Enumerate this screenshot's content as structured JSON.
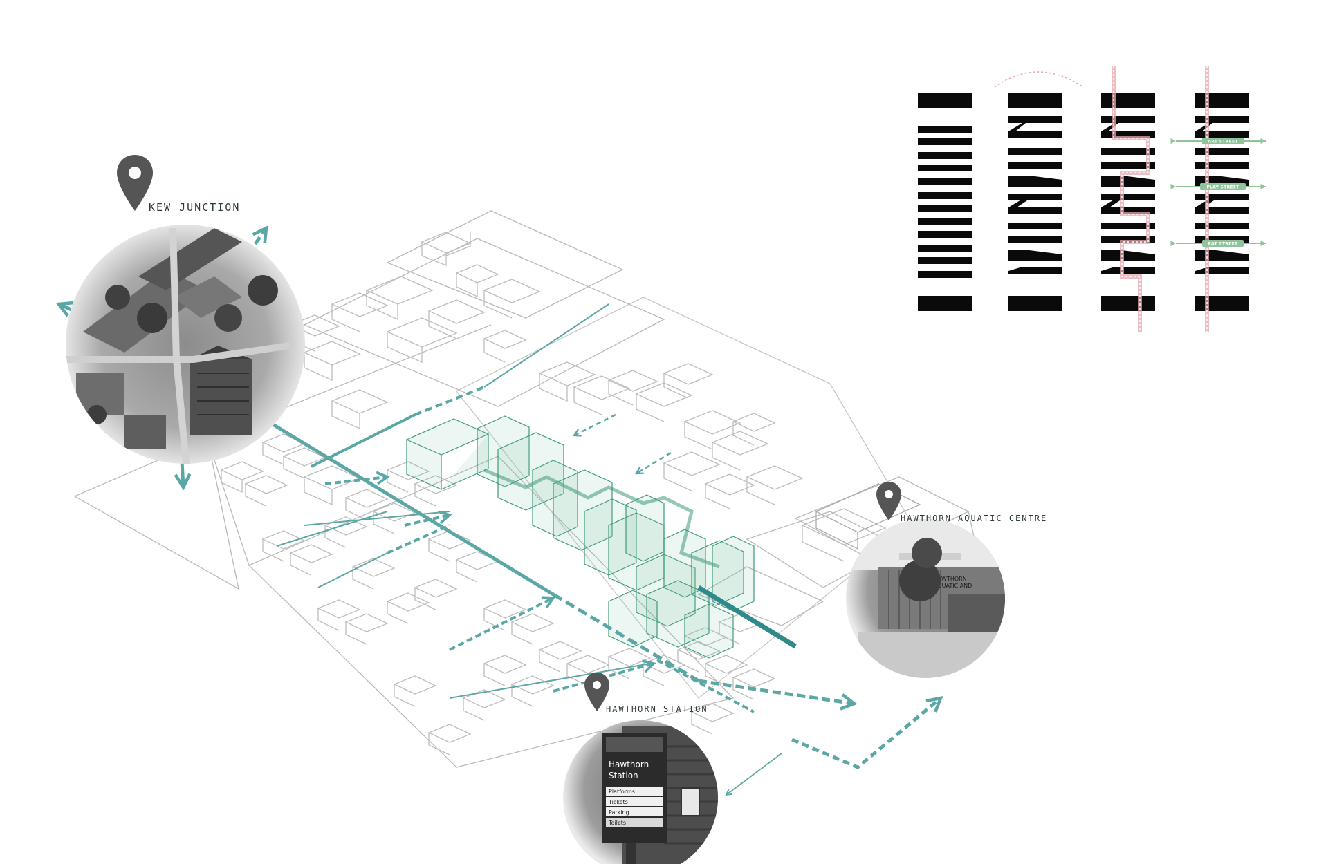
{
  "locations": {
    "kew_junction": "KEW JUNCTION",
    "hawthorn_aquatic": "HAWTHORN AQUATIC CENTRE",
    "hawthorn_station": "HAWTHORN STATION"
  },
  "streets": {
    "art": "ART STREET",
    "play": "PLAY STREET",
    "eat": "EAT STREET"
  },
  "station_sign": {
    "line1": "Hawthorn",
    "line2": "Station",
    "rows": [
      "Platforms",
      "Tickets",
      "Parking",
      "Toilets"
    ]
  },
  "aquatic_sign": [
    "HAWTHORN",
    "AQUATIC AND"
  ],
  "colors": {
    "teal": "#5aa7a6",
    "teal_dark": "#2f8a89",
    "green": "#3f9a7a",
    "street_green": "#8fc39a",
    "pink": "#e6a9ad",
    "pin": "#555555"
  }
}
